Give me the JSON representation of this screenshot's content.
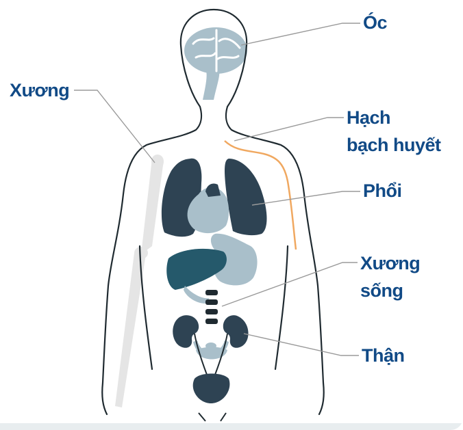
{
  "labels": {
    "brain": "Óc",
    "bone": "Xương",
    "lymph_line1": "Hạch",
    "lymph_line2": "bạch huyết",
    "lung": "Phổi",
    "spine_line1": "Xương",
    "spine_line2": "sống",
    "kidney": "Thận"
  },
  "colors": {
    "label_text": "#114a86",
    "outline": "#1f2a30",
    "dark_organ": "#2e4353",
    "light_organ": "#a9bfca",
    "liver": "#25596b",
    "bone": "#e5e5e5",
    "lymph": "#f0a860",
    "leader_line": "#9a9a9a"
  }
}
